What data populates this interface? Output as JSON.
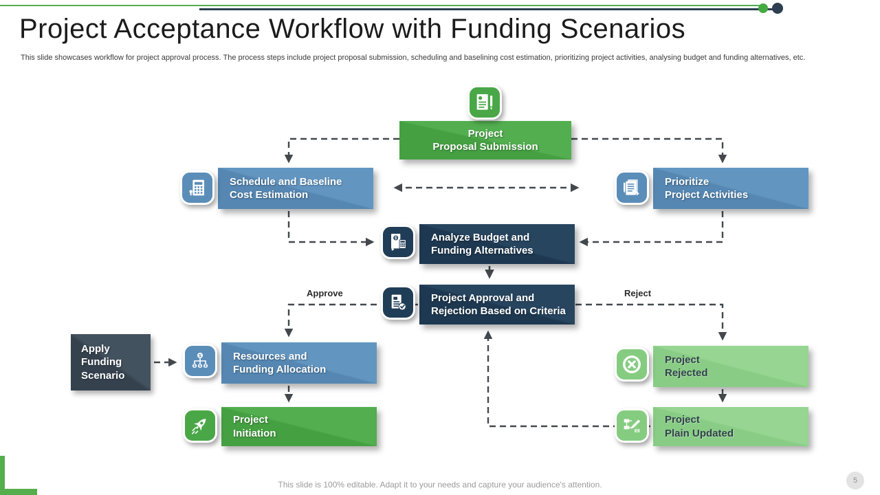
{
  "slide": {
    "title": "Project Acceptance Workflow with Funding Scenarios",
    "subtitle": "This slide showcases workflow for project approval process. The process steps include project proposal submission, scheduling and baselining cost estimation, prioritizing project activities, analysing budget and funding alternatives, etc.",
    "footer_note": "This slide is 100% editable. Adapt it to your needs and capture your audience's attention.",
    "page_number": "5"
  },
  "labels": {
    "approve": "Approve",
    "reject": "Reject"
  },
  "nodes": {
    "proposal": {
      "icon": "document-icon",
      "lines": [
        "Project",
        "Proposal Submission"
      ]
    },
    "schedule": {
      "icon": "calculator-icon",
      "lines": [
        "Schedule and Baseline",
        "Cost Estimation"
      ]
    },
    "prioritize": {
      "icon": "checklist-icon",
      "lines": [
        "Prioritize",
        "Project Activities"
      ]
    },
    "analyze": {
      "icon": "budget-calculator-icon",
      "lines": [
        "Analyze Budget and",
        "Funding Alternatives"
      ]
    },
    "approval": {
      "icon": "document-check-icon",
      "lines": [
        "Project Approval and",
        "Rejection Based on Criteria"
      ]
    },
    "apply_funding": {
      "lines": [
        "Apply",
        "Funding",
        "Scenario"
      ]
    },
    "resources": {
      "icon": "funding-allocation-icon",
      "lines": [
        "Resources and",
        "Funding Allocation"
      ]
    },
    "initiation": {
      "icon": "rocket-icon",
      "lines": [
        "Project",
        "Initiation"
      ]
    },
    "rejected": {
      "icon": "cross-circle-icon",
      "lines": [
        "Project",
        "Rejected"
      ]
    },
    "plain_updated": {
      "icon": "flowchart-edit-icon",
      "lines": [
        "Project",
        "Plain Updated"
      ]
    }
  },
  "colors": {
    "green": "#4AA447",
    "light_green": "#8FD18B",
    "steel_blue": "#5B8DB9",
    "navy": "#203D57",
    "slate": "#3C4B58",
    "connector": "#43484D"
  }
}
